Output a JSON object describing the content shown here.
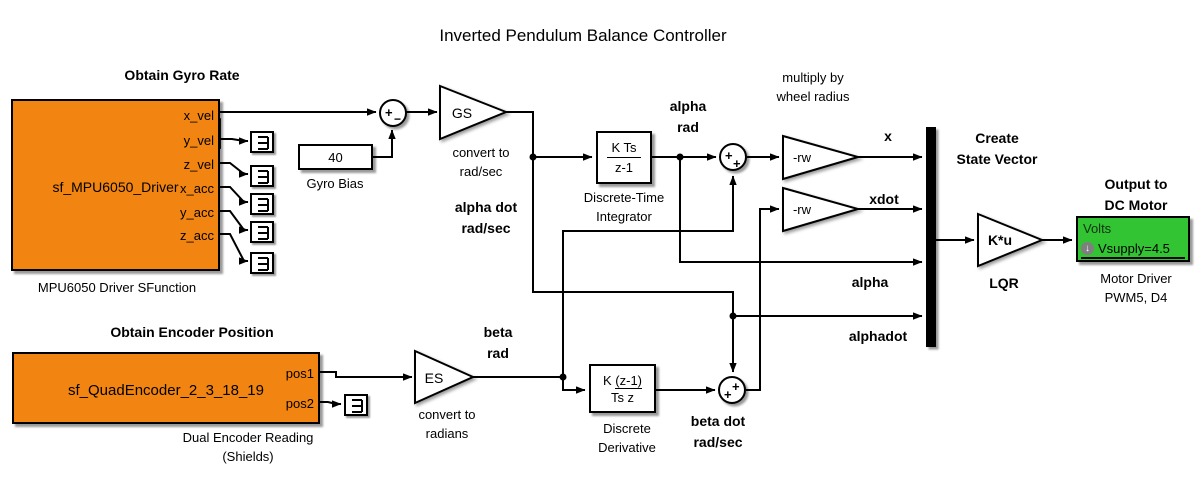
{
  "title": "Inverted Pendulum Balance Controller",
  "colors": {
    "block_orange": "#F28511",
    "block_green": "#32C433",
    "line": "#000000",
    "background": "#FFFFFF"
  },
  "gyro": {
    "heading": "Obtain Gyro Rate",
    "block_name": "sf_MPU6050_Driver",
    "caption": "MPU6050 Driver SFunction",
    "ports": [
      "x_vel",
      "y_vel",
      "z_vel",
      "x_acc",
      "y_acc",
      "z_acc"
    ]
  },
  "encoder": {
    "heading": "Obtain Encoder Position",
    "block_name": "sf_QuadEncoder_2_3_18_19",
    "caption1": "Dual Encoder Reading",
    "caption2": "(Shields)",
    "ports": [
      "pos1",
      "pos2"
    ]
  },
  "bias": {
    "value": "40",
    "caption": "Gyro Bias"
  },
  "gains": {
    "gs": {
      "label": "GS",
      "cap1": "convert to",
      "cap2": "rad/sec"
    },
    "es": {
      "label": "ES",
      "cap1": "convert to",
      "cap2": "radians"
    },
    "rw1": {
      "label": "-rw"
    },
    "rw2": {
      "label": "-rw"
    },
    "rw_cap1": "multiply by",
    "rw_cap2": "wheel radius",
    "lqr": {
      "label": "K*u",
      "caption": "LQR"
    }
  },
  "integrator": {
    "num": "K Ts",
    "den": "z-1",
    "cap1": "Discrete-Time",
    "cap2": "Integrator"
  },
  "derivative": {
    "num_k": "K",
    "num_frac": "(z-1)",
    "den": "Ts z",
    "cap1": "Discrete",
    "cap2": "Derivative"
  },
  "sums": {
    "sum1": [
      "+",
      "−"
    ],
    "sum2": [
      "+",
      "+"
    ],
    "sum3": [
      "+",
      "+"
    ]
  },
  "signals": {
    "alpha_dot1": "alpha dot",
    "alpha_dot2": "rad/sec",
    "alpha_rad1": "alpha",
    "alpha_rad2": "rad",
    "beta_rad1": "beta",
    "beta_rad2": "rad",
    "beta_dot1": "beta dot",
    "beta_dot2": "rad/sec",
    "x": "x",
    "xdot": "xdot",
    "alpha": "alpha",
    "alphadot": "alphadot"
  },
  "mux": {
    "cap1": "Create",
    "cap2": "State Vector"
  },
  "motor": {
    "heading1": "Output to",
    "heading2": "DC Motor",
    "port": "Volts",
    "annotation": "Vsupply=4.5",
    "cap1": "Motor Driver",
    "cap2": "PWM5, D4"
  }
}
